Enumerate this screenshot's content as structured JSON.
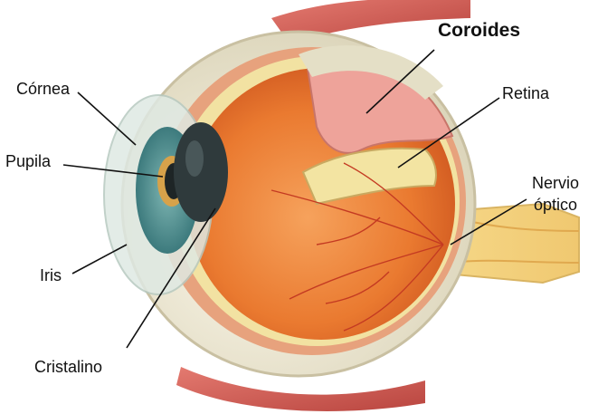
{
  "labels": {
    "cornea": "Córnea",
    "pupila": "Pupila",
    "iris": "Iris",
    "cristalino": "Cristalino",
    "coroides": "Coroides",
    "retina": "Retina",
    "nervio_line1": "Nervio",
    "nervio_line2": "óptico"
  },
  "colors": {
    "vitreous": "#e8772f",
    "sclera": "#f2ecd6",
    "choroid": "#e6a07a",
    "retina": "#f0e0a0",
    "iris": "#4f8a8b",
    "lens": "#2f3a3c",
    "muscle": "#d4625a",
    "nerve": "#f2d27a"
  }
}
